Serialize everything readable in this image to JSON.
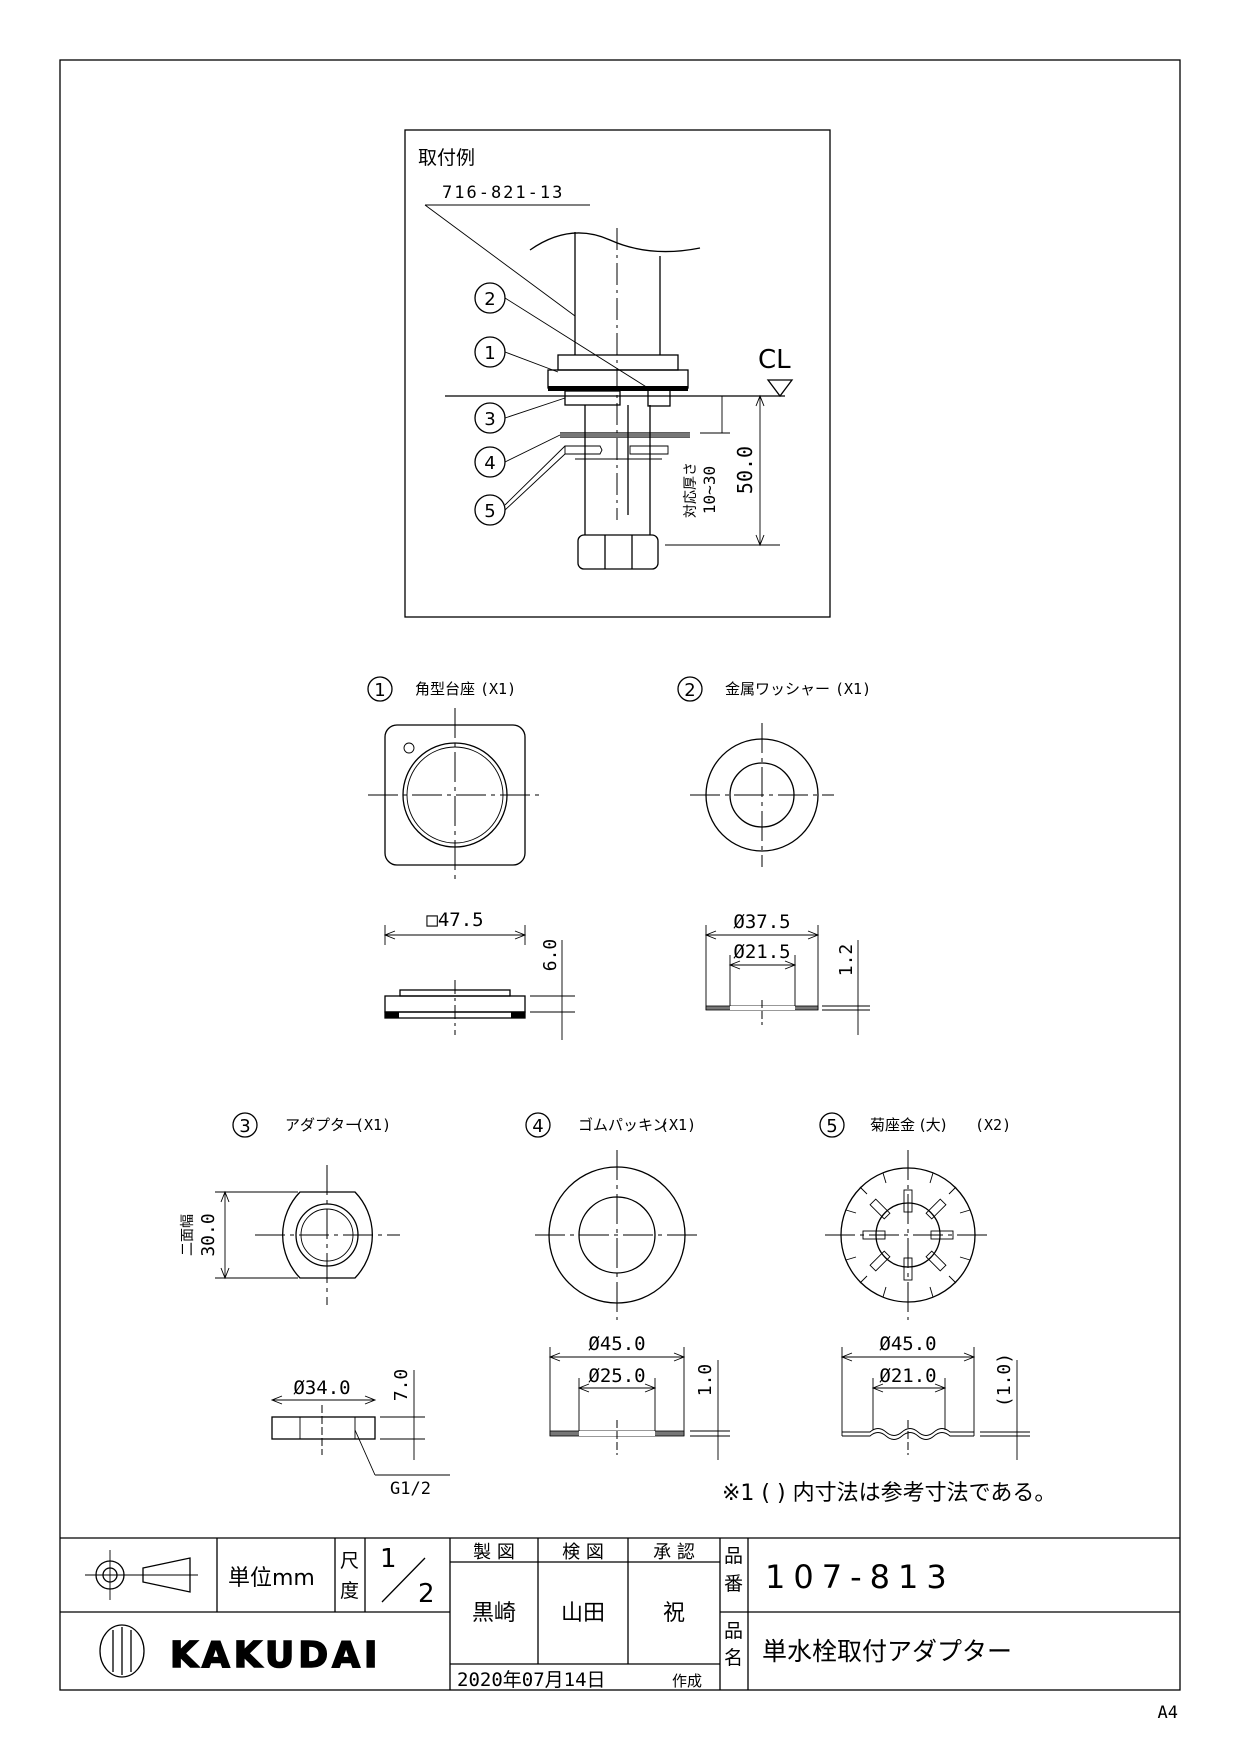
{
  "example": {
    "title": "取付例",
    "part_number": "716-821-13",
    "cl_label": "CL",
    "dim_total": "50.0",
    "thickness_label": "対応厚さ",
    "thickness_range": "10~30"
  },
  "parts": [
    {
      "no": "1",
      "name": "角型台座",
      "qty": "(X1)"
    },
    {
      "no": "2",
      "name": "金属ワッシャー",
      "qty": "(X1)"
    },
    {
      "no": "3",
      "name": "アダプター",
      "qty": "(X1)"
    },
    {
      "no": "4",
      "name": "ゴムパッキン",
      "qty": "(X1)"
    },
    {
      "no": "5",
      "name": "菊座金 (大)",
      "qty": "(X2)"
    }
  ],
  "dims": {
    "p1_width": "□47.5",
    "p1_height": "6.0",
    "p2_outer": "Ø37.5",
    "p2_inner": "Ø21.5",
    "p2_thick": "1.2",
    "p3_flat_label": "二面幅",
    "p3_flat": "30.0",
    "p3_outer": "Ø34.0",
    "p3_height": "7.0",
    "p3_thread": "G1/2",
    "p4_outer": "Ø45.0",
    "p4_inner": "Ø25.0",
    "p4_thick": "1.0",
    "p5_outer": "Ø45.0",
    "p5_inner": "Ø21.0",
    "p5_thick": "(1.0)"
  },
  "note": "※1 ( ) 内寸法は参考寸法である。",
  "title_block": {
    "unit": "単位mm",
    "scale_label_1": "尺",
    "scale_label_2": "度",
    "scale_num": "1",
    "scale_den": "2",
    "h_drawn": "製 図",
    "h_checked": "検 図",
    "h_approved": "承 認",
    "drawn_by": "黒崎",
    "checked_by": "山田",
    "approved_by": "祝",
    "label_number_1": "品",
    "label_number_2": "番",
    "product_number": "107-813",
    "label_name_1": "品",
    "label_name_2": "名",
    "product_name": "単水栓取付アダプター",
    "company": "KAKUDAI",
    "date": "2020年07月14日",
    "date_suffix": "作成"
  },
  "paper_size": "A4"
}
